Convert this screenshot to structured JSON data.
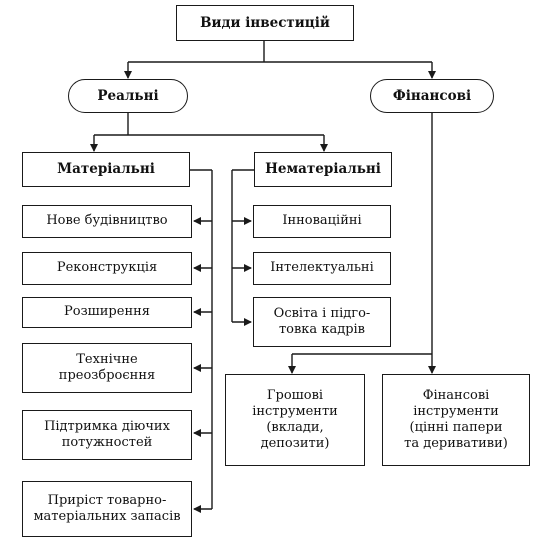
{
  "diagram": {
    "root": "Види інвестицій",
    "real": "Реальні",
    "financial": "Фінансові",
    "material": "Матеріальні",
    "nonmaterial": "Нематеріальні",
    "material_items": [
      "Нове будівництво",
      "Реконструкція",
      "Розширення",
      "Технічне\nпреозброєння",
      "Підтримка діючих\nпотужностей",
      "Приріст товарно-\nматеріальних запасів"
    ],
    "nonmaterial_items": [
      "Інноваційні",
      "Інтелектуальні",
      "Освіта і підго-\nтовка кадрів"
    ],
    "financial_items": [
      "Грошові\nінструменти\n(вклади, депозити)",
      "Фінансові\nінструменти\n(цінні папери\nта деривативи)"
    ]
  }
}
